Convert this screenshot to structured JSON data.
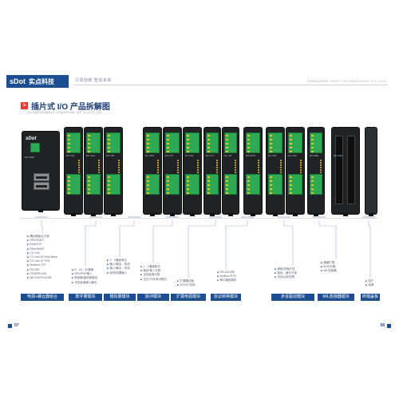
{
  "header": {
    "brand_latin": "sDot",
    "brand_cn": "实点科技",
    "slogan": "引领创新 智造未来",
    "company_en": "SHENZHEN SDOT TECHNOLOGY CO.,LTD."
  },
  "section": {
    "marker": ">",
    "title": "插片式 I/O 产品拆解图",
    "subtitle": "DISASSEMBLY DIAGRAM OF SLICE I/O"
  },
  "modules": [
    {
      "logo": "sDot",
      "label": "EC-5000"
    },
    {
      "label": "EC-4A1"
    },
    {
      "label": "EC-4A0"
    },
    {
      "label": "EC-4R1"
    },
    {
      "label": "EC-4RD"
    },
    {
      "label": "EC-2P1"
    },
    {
      "label": "EC-2N1"
    },
    {
      "label": "EC-4T1"
    },
    {
      "label": "EC-2D"
    },
    {
      "label": "EC-PS01"
    },
    {
      "label": "EC-4S1"
    },
    {
      "label": "EC-4S2"
    },
    {
      "label": "EC-ABE"
    },
    {
      "label": "EC-M32"
    },
    {
      "label": ""
    }
  ],
  "descriptions": [
    [
      "耦合器组合方案",
      "PROFINET",
      "EtherCAT",
      "EtherNet/IP",
      "CC-Link",
      "CC-Link IE Field Basic",
      "CC-Link IE TSN",
      "Modbus TCP",
      "RS-485",
      "POWERLINK",
      "MECHATROLINK"
    ],
    [
      "8、16、32通道",
      "NPN/PNP输入",
      "继电器/晶体管输出",
      "支持高速输入输出"
    ],
    [
      "2、4通道电压",
      "输入/输出，电流",
      "输入/输出，热电",
      "阻/热电偶输入"
    ],
    [
      "1、2通道脉冲",
      "输出/输入计数",
      "支持高速计数",
      "正交/方向/脉冲模式"
    ],
    [
      "扩展耦合器",
      "24V/DC供电"
    ],
    [
      "RS-232/485",
      "Modbus RTU",
      "串口通信模块"
    ],
    [
      "单轴/双轴步进",
      "驱动，细分可调",
      "支持点动/回零"
    ],
    [
      "通道扩展",
      "8/16/32路",
      "MIL连接器"
    ],
    [
      "端子",
      "电源"
    ]
  ],
  "categories": [
    "电源+耦合器组合",
    "数字量模块",
    "模拟量模块",
    "脉冲模块",
    "扩展电源模块",
    "协议转换模块",
    "步进驱动模块",
    "MIL连接器模块",
    "终端盖板"
  ],
  "pages": {
    "left": "07",
    "right": "08"
  },
  "colors": {
    "brand_blue": "#1e4e92",
    "accent_red": "#e53935",
    "terminal_green": "#2eaa55",
    "module_body": "#1f2326"
  }
}
